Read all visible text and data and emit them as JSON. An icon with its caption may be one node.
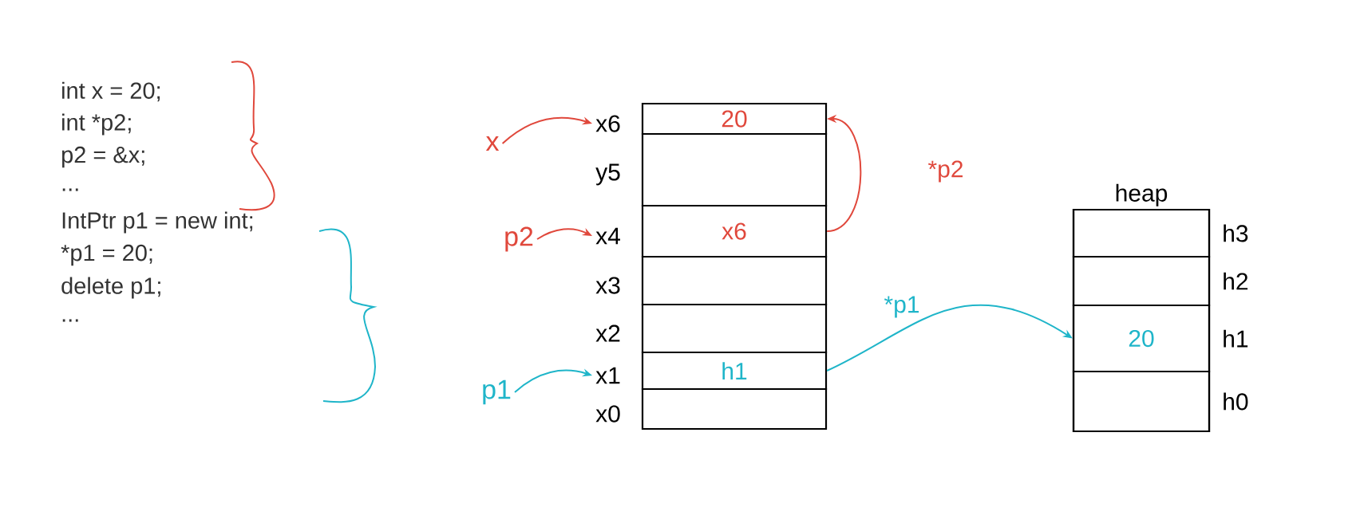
{
  "diagram": {
    "nodes": [
      {
        "text": [
          "20"
        ]
      },
      {
        "text": [],
        "shape": "box"
      },
      {
        "text": [
          "x6"
        ]
      },
      {
        "text": [],
        "shape": "box"
      },
      {
        "text": [],
        "shape": "box"
      },
      {
        "text": [
          "h1"
        ]
      },
      {
        "text": [],
        "shape": "box"
      },
      {
        "text": [
          "heap"
        ]
      },
      {
        "text": [],
        "shape": "box",
        "in": 7,
        "beside": [
          "h3"
        ]
      },
      {
        "text": [],
        "shape": "box",
        "in": 7,
        "beside": [
          "h2"
        ]
      },
      {
        "text": [
          "20"
        ],
        "in": 7,
        "beside": [
          "h1"
        ]
      },
      {
        "text": [],
        "shape": "box",
        "in": 7,
        "beside": [
          "h0"
        ]
      },
      {
        "text": [
          "x6"
        ]
      },
      {
        "text": [
          "y5"
        ]
      },
      {
        "text": [
          "x4"
        ]
      },
      {
        "text": [
          "x3"
        ]
      },
      {
        "text": [
          "x2"
        ]
      },
      {
        "text": [
          "x1"
        ]
      },
      {
        "text": [
          "x0"
        ]
      },
      {
        "text": [
          "x"
        ]
      },
      {
        "text": [
          "p2"
        ]
      },
      {
        "text": [
          "p1"
        ]
      }
    ],
    "edges": [
      {
        "from": 19,
        "to": 12,
        "arrow": "to",
        "color": "#e0483c"
      },
      {
        "from": 20,
        "to": 14,
        "arrow": "to",
        "color": "#e0483c"
      },
      {
        "from": 21,
        "to": 17,
        "arrow": "to",
        "color": "#1fb5c9"
      },
      {
        "from": 2,
        "to": 0,
        "arrow": "to",
        "label": "*p2",
        "color": "#e0483c"
      },
      {
        "from": 5,
        "to": 10,
        "arrow": "to",
        "label": "*p1",
        "color": "#1fb5c9"
      }
    ],
    "labels": [
      "int x = 20;",
      "int *p2;",
      "p2 = &x;",
      "...",
      "IntPtr p1 = new int;",
      "*p1 = 20;",
      "delete p1;",
      "..."
    ]
  }
}
